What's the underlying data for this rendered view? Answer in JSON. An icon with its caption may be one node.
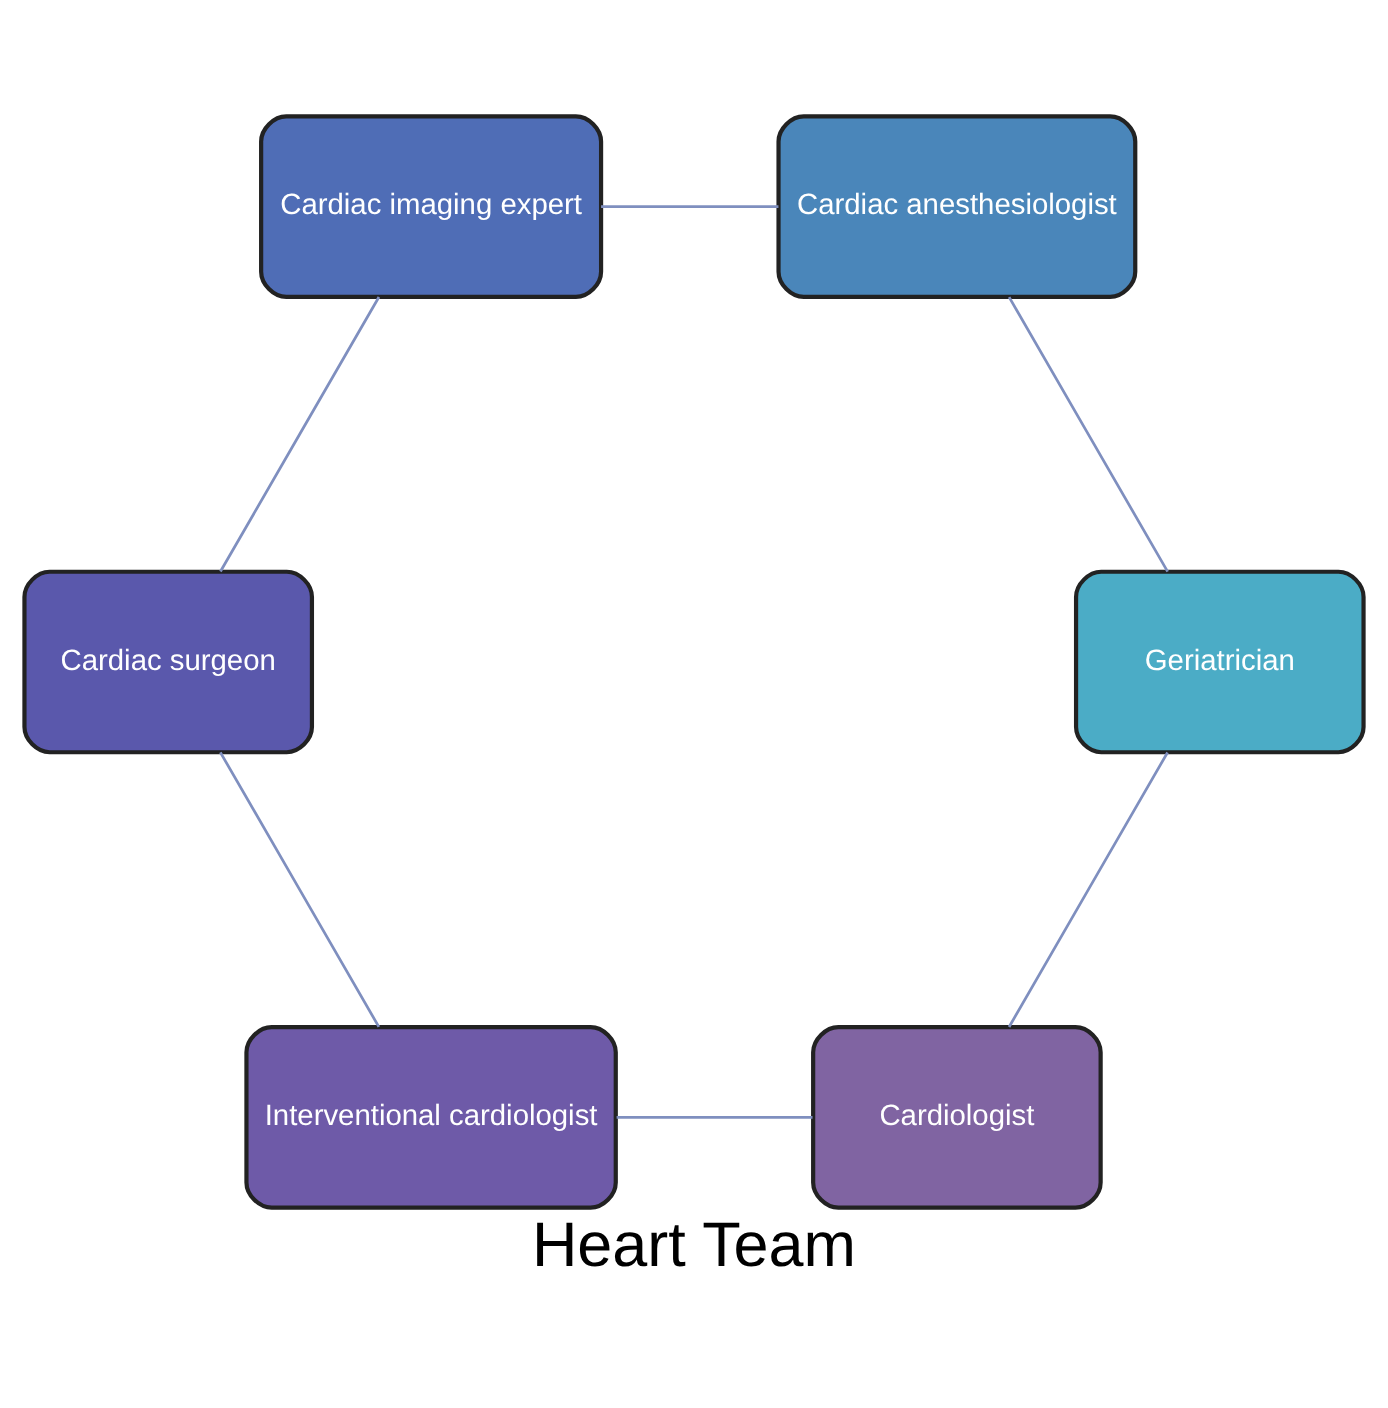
{
  "diagram": {
    "title": "Heart Team",
    "nodes": [
      {
        "text": [
          "Cardiologist"
        ]
      },
      {
        "text": [
          "Interventional cardiologist"
        ]
      },
      {
        "text": [
          "Cardiac surgeon"
        ]
      },
      {
        "text": [
          "Cardiac imaging expert"
        ]
      },
      {
        "text": [
          "Cardiac anesthesiologist"
        ]
      },
      {
        "text": [
          "Geriatrician"
        ]
      }
    ],
    "edges": [
      {
        "from": 0,
        "to": 1,
        "arrow": "none"
      },
      {
        "from": 1,
        "to": 2,
        "arrow": "none"
      },
      {
        "from": 2,
        "to": 3,
        "arrow": "none"
      },
      {
        "from": 3,
        "to": 4,
        "arrow": "none"
      },
      {
        "from": 4,
        "to": 5,
        "arrow": "none"
      },
      {
        "from": 5,
        "to": 0,
        "arrow": "none"
      }
    ]
  }
}
